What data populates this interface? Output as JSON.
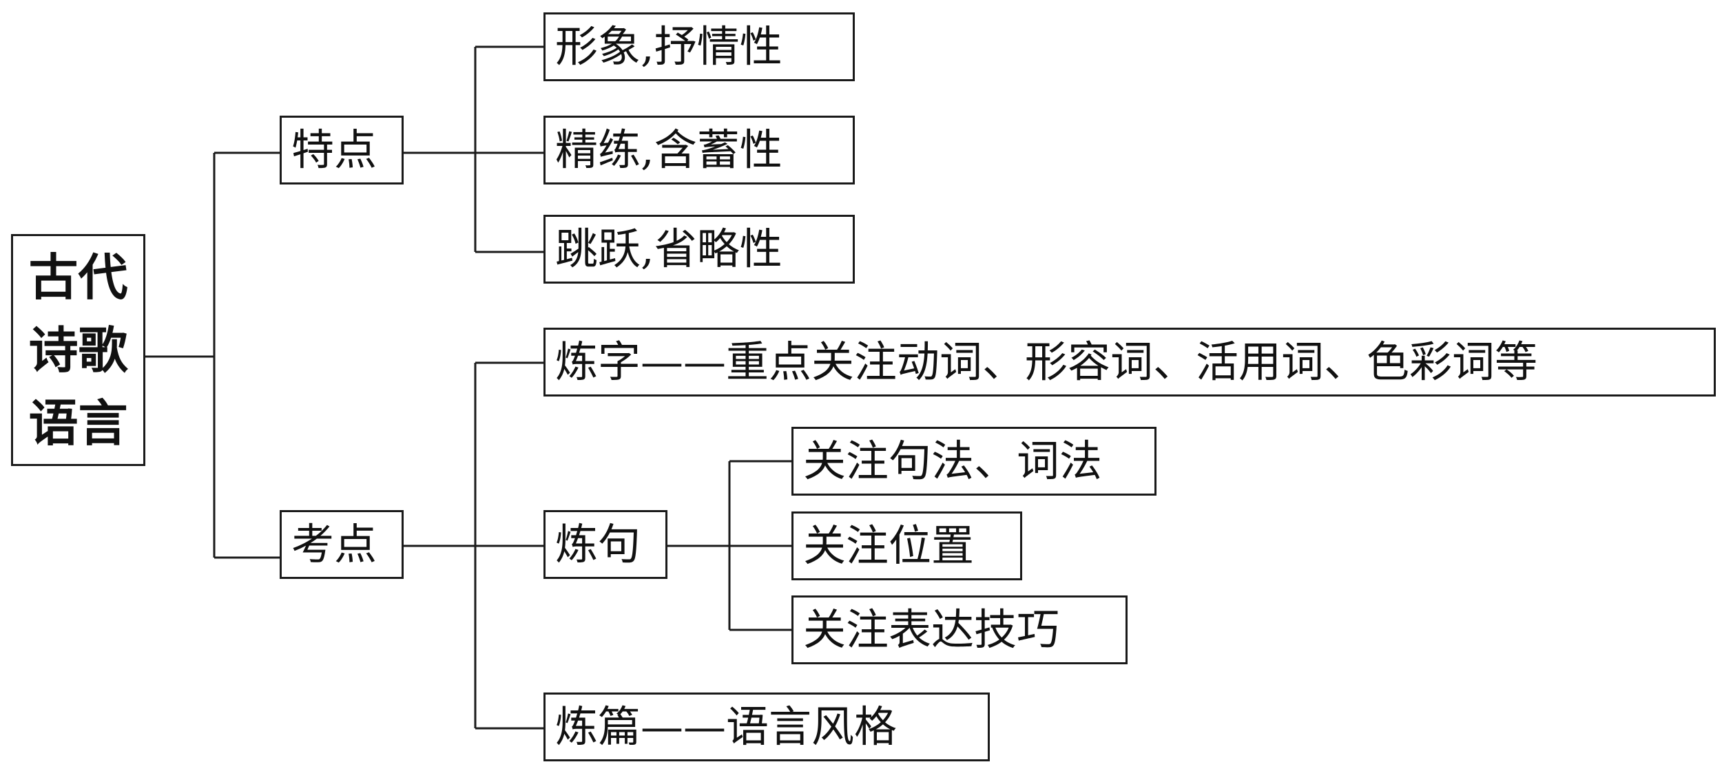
{
  "root": {
    "label": "古代诗歌语言"
  },
  "branches": [
    {
      "label": "特点",
      "children": [
        {
          "label": "形象,抒情性"
        },
        {
          "label": "精练,含蓄性"
        },
        {
          "label": "跳跃,省略性"
        }
      ]
    },
    {
      "label": "考点",
      "children": [
        {
          "label": "炼字——重点关注动词、形容词、活用词、色彩词等"
        },
        {
          "label": "炼句",
          "children": [
            {
              "label": "关注句法、词法"
            },
            {
              "label": "关注位置"
            },
            {
              "label": "关注表达技巧"
            }
          ]
        },
        {
          "label": "炼篇——语言风格"
        }
      ]
    }
  ]
}
